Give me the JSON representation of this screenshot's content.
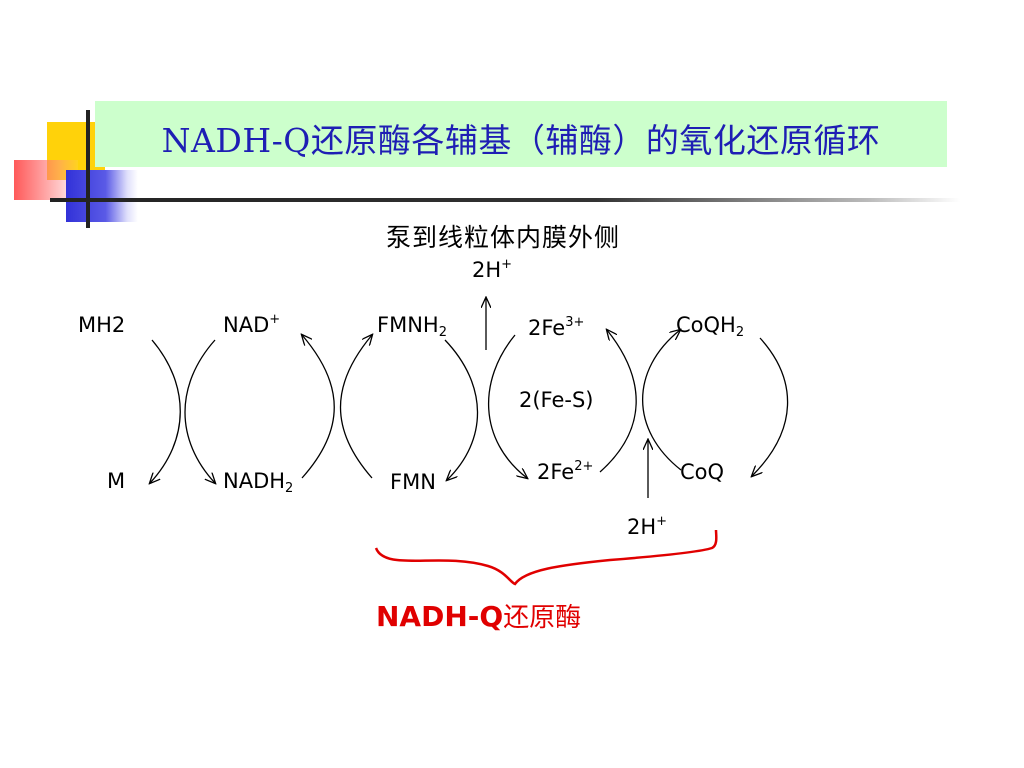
{
  "title": "NADH-Q还原酶各辅基（辅酶）的氧化还原循环",
  "pump_label": "泵到线粒体内膜外侧",
  "labels": {
    "mh2": "MH2",
    "m": "M",
    "nad": "NAD",
    "nad_sup": "+",
    "nadh": "NADH",
    "nadh_sub": "2",
    "fmnh": "FMNH",
    "fmnh_sub": "2",
    "fmn": "FMN",
    "fe3": "2Fe",
    "fe3_sup": "3+",
    "fes": "2(Fe-S)",
    "fe2": "2Fe",
    "fe2_sup": "2+",
    "coqh": "CoQH",
    "coqh_sub": "2",
    "coq": "CoQ",
    "h_top": "2H",
    "h_top_sup": "+",
    "h_bottom": "2H",
    "h_bottom_sup": "+"
  },
  "enzyme": {
    "prefix": "NADH-Q",
    "suffix": "还原酶"
  },
  "colors": {
    "title_text": "#1e1eb4",
    "title_bg": "#ccffcc",
    "enzyme_red": "#e00000"
  }
}
